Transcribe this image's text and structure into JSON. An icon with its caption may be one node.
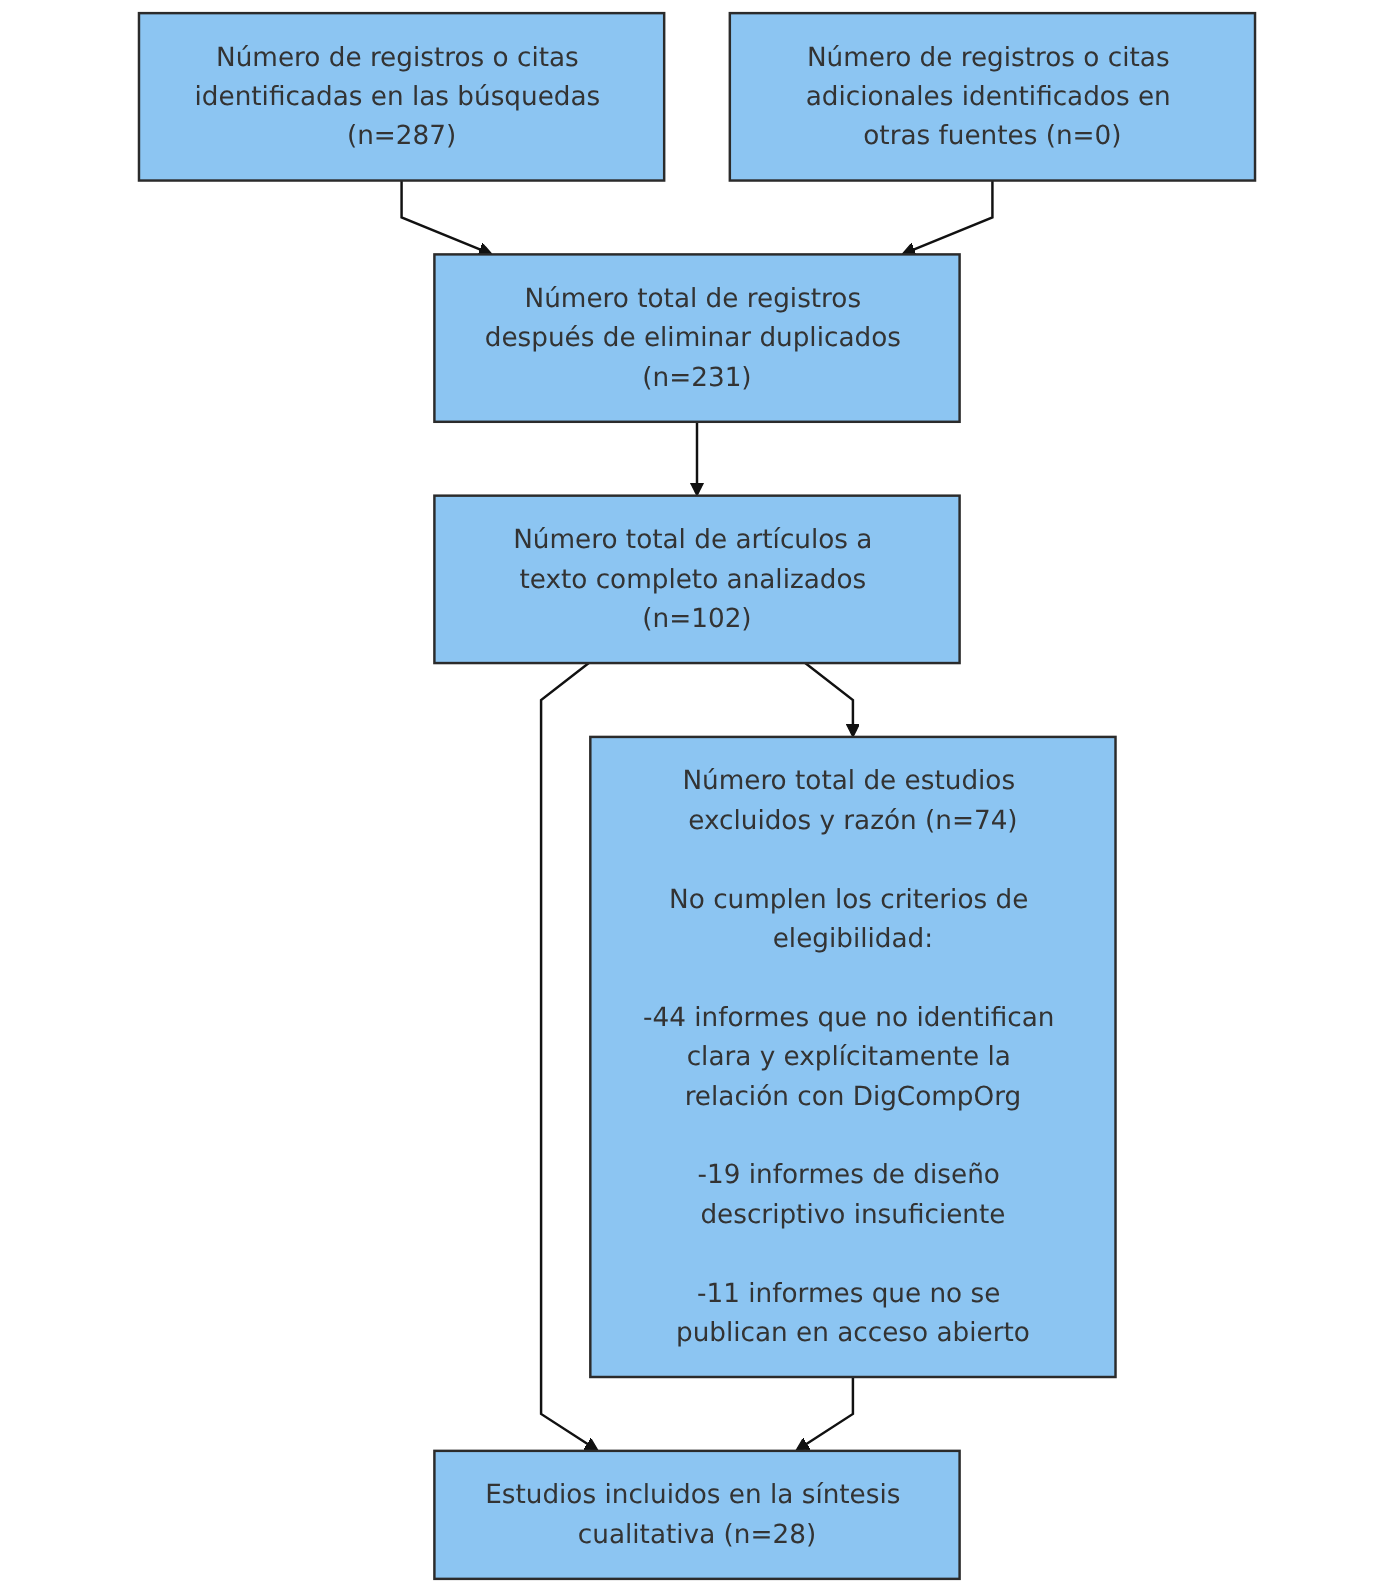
{
  "diagram": {
    "nodes": [
      {
        "text": [
          "Número de registros o citas identificadas en las búsquedas (n=287)"
        ]
      },
      {
        "text": [
          "Número de registros o citas adicionales identificados en otras fuentes (n=0)"
        ]
      },
      {
        "text": [
          "Número total de registros después de eliminar duplicados (n=231)"
        ]
      },
      {
        "text": [
          "Número total de artículos a texto completo analizados (n=102)"
        ]
      },
      {
        "text": [
          "Número total de estudios excluidos y razón (n=74)",
          "No cumplen los criterios de elegibilidad:",
          "-44 informes que no identifican clara y explícitamente la relación con DigCompOrg",
          "-19 informes de diseño descriptivo insuficiente",
          "-11 informes que no se publican en acceso abierto"
        ]
      },
      {
        "text": [
          "Estudios incluidos en la síntesis cualitativa (n=28)"
        ]
      }
    ],
    "edges": [
      {
        "from": 0,
        "to": 2,
        "arrow": "to"
      },
      {
        "from": 1,
        "to": 2,
        "arrow": "to"
      },
      {
        "from": 2,
        "to": 3,
        "arrow": "to"
      },
      {
        "from": 3,
        "to": 4,
        "arrow": "to"
      },
      {
        "from": 3,
        "to": 5,
        "arrow": "to"
      },
      {
        "from": 4,
        "to": 5,
        "arrow": "to"
      }
    ]
  }
}
